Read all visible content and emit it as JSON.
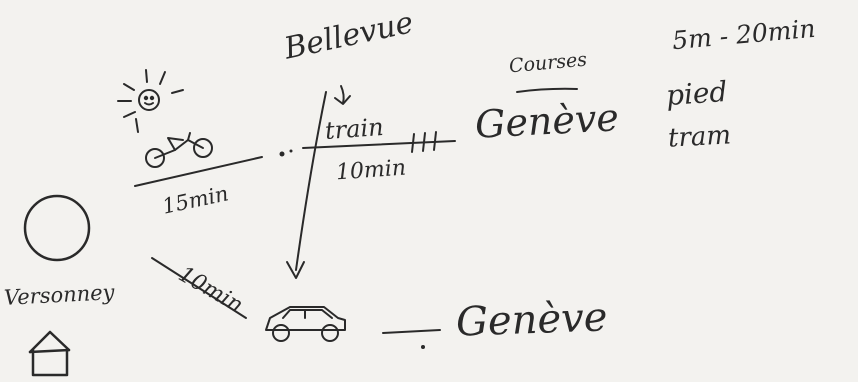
{
  "labels": {
    "bellevue": "Bellevue",
    "courses": "Courses",
    "geneve_top": "Genève",
    "geneve_bottom": "Genève",
    "duration_top_right": "5m - 20min",
    "pied": "pied",
    "tram": "tram",
    "train": "train",
    "train_time": "10min",
    "bike_time": "15min",
    "car_time": "10min",
    "versonney": "Versonney"
  },
  "icons": [
    "sun-icon",
    "bike-icon",
    "car-icon",
    "house-icon",
    "circle-icon",
    "arrow-down-icon"
  ],
  "colors": {
    "paper": "#f3f2ef",
    "ink": "#2a2a2a"
  }
}
